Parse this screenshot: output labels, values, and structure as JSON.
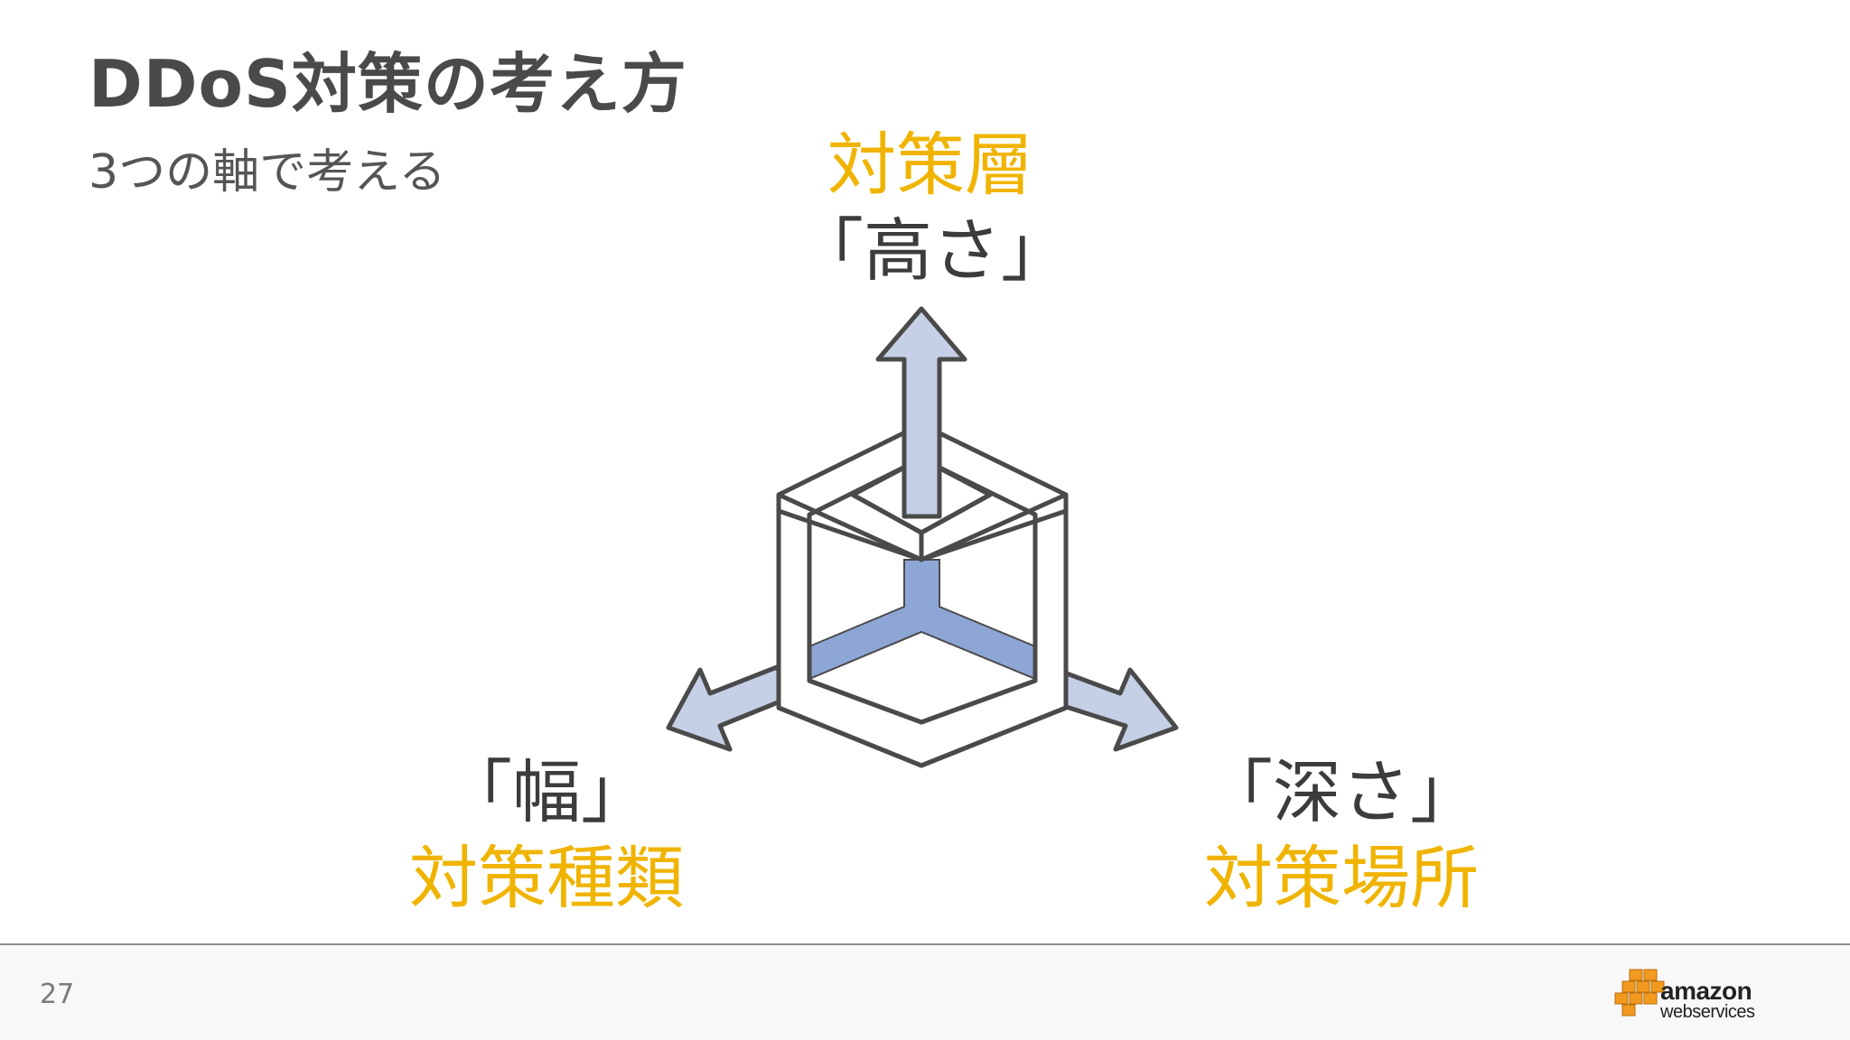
{
  "slide": {
    "title": "DDoS対策の考え方",
    "subtitle": "3つの軸で考える",
    "page_number": "27"
  },
  "axes": {
    "height": {
      "category": "対策層",
      "dimension": "「高さ」"
    },
    "width": {
      "category": "対策種類",
      "dimension": "「幅」"
    },
    "depth": {
      "category": "対策場所",
      "dimension": "「深さ」"
    }
  },
  "logo": {
    "line1": "amazon",
    "line2": "webservices"
  },
  "colors": {
    "accent_yellow": "#f0b400",
    "arrow_fill": "#c5cfe5",
    "arrow_inner_fill": "#8ea6d6",
    "outline": "#4a4a4a",
    "aws_orange": "#f29a1f"
  }
}
